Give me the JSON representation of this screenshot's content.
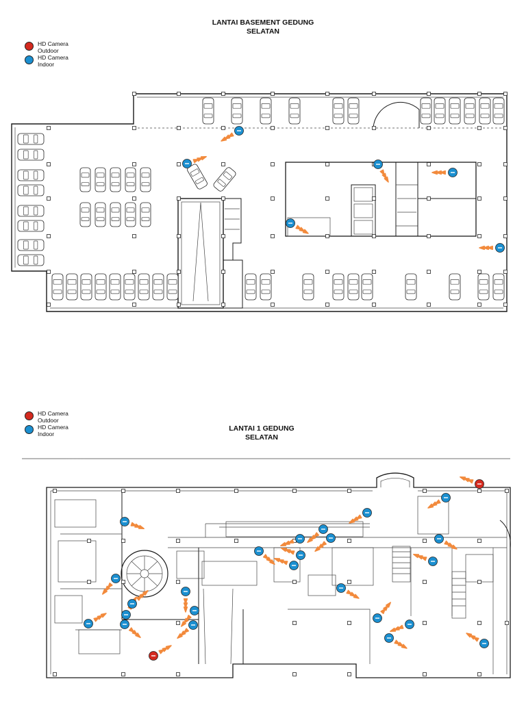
{
  "basement": {
    "title_line1": "LANTAI BASEMENT GEDUNG",
    "title_line2": "SELATAN",
    "legend": [
      {
        "label_line1": "HD Camera",
        "label_line2": "Outdoor",
        "color": "#d42a1f",
        "icon": "outdoor-camera-icon"
      },
      {
        "label_line1": "HD Camera",
        "label_line2": "Indoor",
        "color": "#1b8fd0",
        "icon": "indoor-camera-icon"
      }
    ]
  },
  "floor1": {
    "title_line1": "LANTAI 1 GEDUNG",
    "title_line2": "SELATAN",
    "legend": [
      {
        "label_line1": "HD Camera",
        "label_line2": "Outdoor",
        "color": "#d42a1f",
        "icon": "outdoor-camera-icon"
      },
      {
        "label_line1": "HD Camera",
        "label_line2": "Indoor",
        "color": "#1b8fd0",
        "icon": "indoor-camera-icon"
      }
    ]
  },
  "colors": {
    "outdoor": "#d42a1f",
    "indoor": "#1b8fd0",
    "view_arrow": "#f28a3c",
    "wall": "#1a1a1a"
  }
}
